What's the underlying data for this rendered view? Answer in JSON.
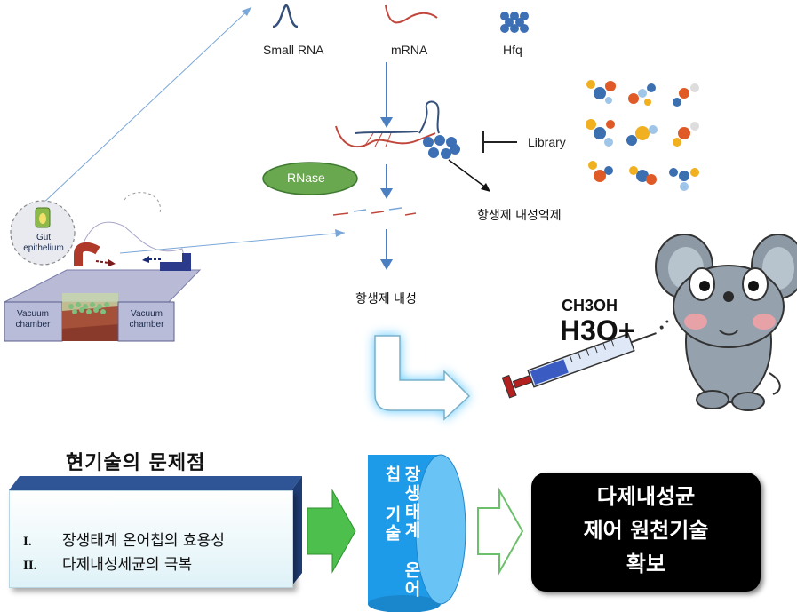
{
  "top_labels": {
    "small_rna": "Small RNA",
    "mrna": "mRNA",
    "hfq": "Hfq",
    "library": "Library",
    "rnase": "RNase",
    "inhibit_resistance": "항생제 내성억제",
    "resistance": "항생제 내성"
  },
  "chip": {
    "gut_epithelium": "Gut epithelium",
    "vacuum_chamber_left": "Vacuum chamber",
    "vacuum_chamber_right": "Vacuum chamber"
  },
  "chemistry": {
    "formula_top": "CH3OH",
    "formula_main": "H3O+"
  },
  "problems": {
    "title": "현기술의 문제점",
    "items": [
      {
        "num": "I.",
        "text": "장생태계 온어칩의 효용성"
      },
      {
        "num": "II.",
        "text": "다제내성세균의 극복"
      }
    ]
  },
  "cylinder_text": "장생태계 온어칩 기술",
  "result": {
    "line1": "다제내성균",
    "line2": "제어 원천기술",
    "line3": "확보"
  },
  "colors": {
    "arrow_blue": "#4a7fc1",
    "rnase_green": "#6aa84f",
    "cylinder_blue": "#1e9be8",
    "flow_green": "#4cbf4c",
    "problem_bar": "#2f5597"
  }
}
